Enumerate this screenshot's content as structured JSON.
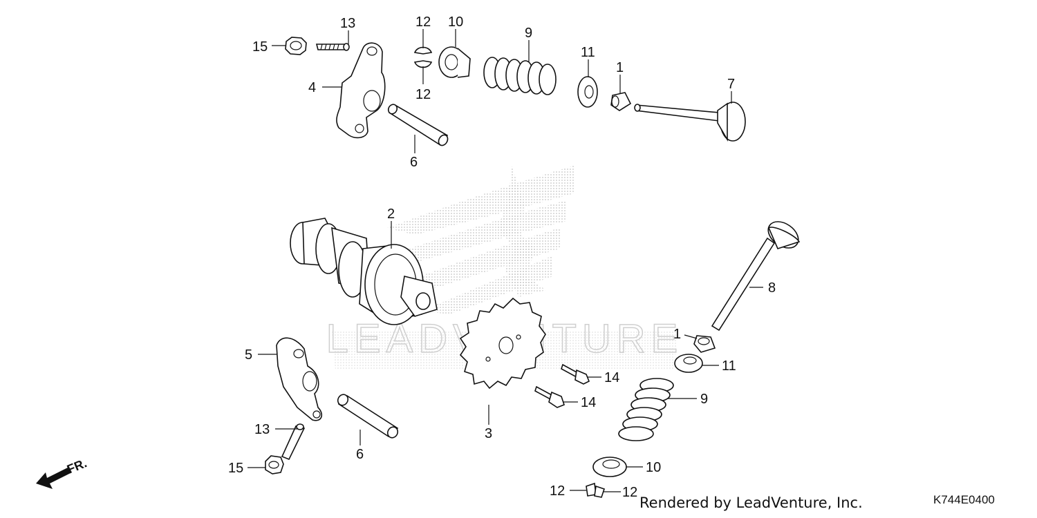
{
  "diagram": {
    "watermark": "LEADVENTURE",
    "direction_label": "FR.",
    "credit": "Rendered by LeadVenture, Inc.",
    "diagram_code": "K744E0400",
    "callouts": {
      "valve_seal_upper": "1",
      "camshaft": "2",
      "cam_sprocket": "3",
      "rocker_arm_upper": "4",
      "rocker_arm_lower": "5",
      "rocker_shaft_upper": "6",
      "rocker_shaft_lower": "6",
      "valve_intake": "7",
      "valve_exhaust": "8",
      "spring_upper": "9",
      "spring_lower": "9",
      "retainer_upper": "10",
      "retainer_lower": "10",
      "seat_upper": "11",
      "seat_lower": "11",
      "cotter_upper_a": "12",
      "cotter_upper_b": "12",
      "cotter_lower_a": "12",
      "cotter_lower_b": "12",
      "screw_upper": "13",
      "screw_lower": "13",
      "bolt_a": "14",
      "bolt_b": "14",
      "nut_upper": "15",
      "nut_lower": "15",
      "valve_seal_lower": "1"
    }
  }
}
